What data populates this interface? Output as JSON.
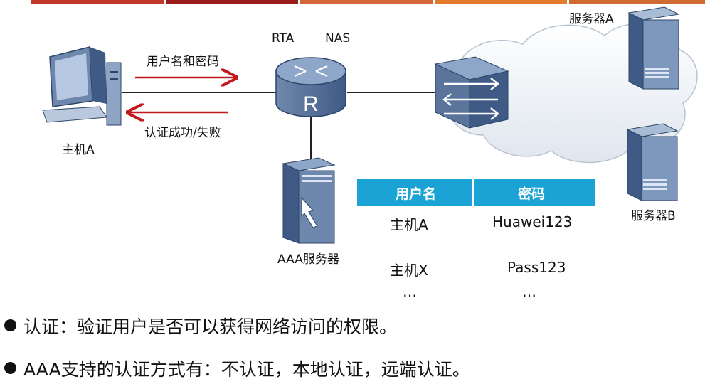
{
  "colors": {
    "topbar": [
      "#c0392b",
      "#9b1c1c",
      "#d4663a",
      "#e47a2e",
      "#d06a33"
    ],
    "arrow": "#c0191e",
    "table_header": "#1aa3d4"
  },
  "labels": {
    "rta": "RTA",
    "nas": "NAS",
    "send": "用户名和密码",
    "reply": "认证成功/失败",
    "host_a": "主机A",
    "aaa_server": "AAA服务器",
    "server_a": "服务器A",
    "server_b": "服务器B"
  },
  "icons": {
    "host": "computer-icon",
    "router": "router-icon",
    "switch": "switch-icon",
    "aaa": "aaa-server-icon",
    "server_a": "server-icon",
    "server_b": "server-icon",
    "cloud": "cloud-icon"
  },
  "table": {
    "headers": [
      "用户名",
      "密码"
    ],
    "rows": [
      [
        "主机A",
        "Huawei123"
      ],
      [
        "主机X",
        "Pass123"
      ],
      [
        "…",
        "…"
      ]
    ]
  },
  "bullets": [
    "认证：验证用户是否可以获得网络访问的权限。",
    "AAA支持的认证方式有：不认证，本地认证，远端认证。"
  ]
}
